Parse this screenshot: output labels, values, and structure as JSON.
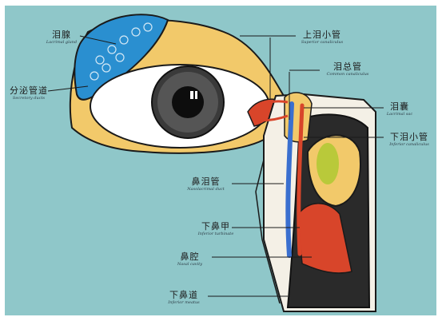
{
  "colors": {
    "background": "#8fc7c9",
    "skin": "#f2c96a",
    "bone": "#f4f0e6",
    "cavity": "#2a2a2a",
    "duct_blue": "#3a6fcf",
    "duct_red": "#d8452a",
    "gland_blue": "#2a8fd0",
    "turbinate_green": "#b9c93a"
  },
  "labels": {
    "lacrimal_gland": {
      "cn": "泪腺",
      "en": "Lacrimal gland"
    },
    "secretory_ducts": {
      "cn": "分泌管道",
      "en": "Secretory ducts"
    },
    "superior_canaliculus": {
      "cn": "上泪小管",
      "en": "Superior canaliculus"
    },
    "common_canaliculus": {
      "cn": "泪总管",
      "en": "Common canaliculus"
    },
    "lacrimal_sac": {
      "cn": "泪囊",
      "en": "Lacrimal sac"
    },
    "inferior_canaliculus": {
      "cn": "下泪小管",
      "en": "Inferior canaliculus"
    },
    "nasolacrimal_duct": {
      "cn": "鼻泪管",
      "en": "Nasolacrimal duct"
    },
    "inferior_turbinate": {
      "cn": "下鼻甲",
      "en": "Inferior turbinate"
    },
    "nasal_cavity": {
      "cn": "鼻腔",
      "en": "Nasal cavity"
    },
    "inferior_meatus": {
      "cn": "下鼻道",
      "en": "Inferior meatus"
    }
  }
}
